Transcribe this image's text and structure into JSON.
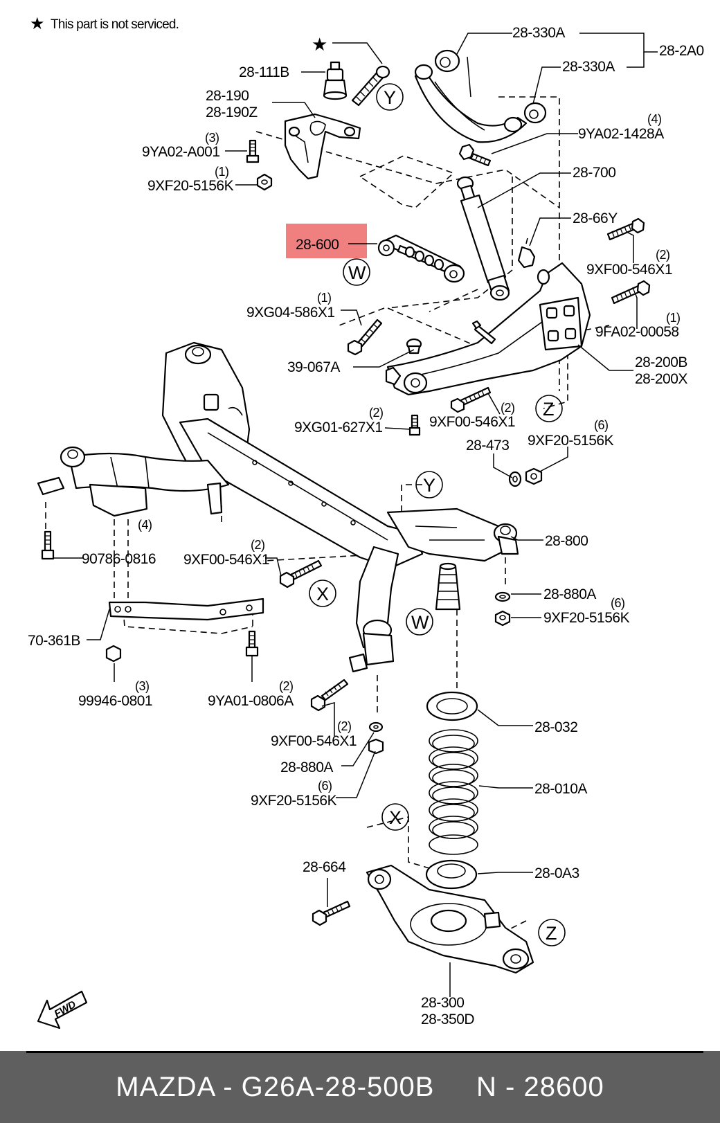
{
  "note": {
    "symbol": "★",
    "text": "This part is not serviced."
  },
  "highlight": {
    "color": "#f08080",
    "part": "28-600"
  },
  "callouts": [
    "Y",
    "W",
    "Z",
    "Y",
    "X",
    "W",
    "X",
    "Z"
  ],
  "labels": {
    "p28_330A_top": "28-330A",
    "p28_2A0": "28-2A0",
    "p28_330A_mid": "28-330A",
    "p28_111B": "28-111B",
    "p28_190": "28-190",
    "p28_190Z": "28-190Z",
    "q_9YA02_A001": "(3)",
    "p9YA02_A001": "9YA02-A001",
    "q_9XF20_top": "(1)",
    "p9XF20_top": "9XF20-5156K",
    "q_9YA02_1428A": "(4)",
    "p9YA02_1428A": "9YA02-1428A",
    "p28_700": "28-700",
    "p28_600": "28-600",
    "p28_66Y": "28-66Y",
    "q_9XF00_r1": "(2)",
    "p9XF00_r1": "9XF00-546X1",
    "q_9XG04": "(1)",
    "p9XG04": "9XG04-586X1",
    "q_9FA02": "(1)",
    "p9FA02": "9FA02-00058",
    "p39_067A": "39-067A",
    "p28_200B": "28-200B",
    "p28_200X": "28-200X",
    "q_9XG01": "(2)",
    "p9XG01": "9XG01-627X1",
    "q_9XF00_r2": "(2)",
    "p9XF00_r2": "9XF00-546X1",
    "p28_473": "28-473",
    "q_9XF20_r": "(6)",
    "p9XF20_r": "9XF20-5156K",
    "q_90786": "(4)",
    "p90786": "90786-0816",
    "q_9XF00_l": "(2)",
    "p9XF00_l": "9XF00-546X1",
    "p28_800": "28-800",
    "p28_880A_r": "28-880A",
    "q_9XF20_r2": "(6)",
    "p9XF20_r2": "9XF20-5156K",
    "p70_361B": "70-361B",
    "q_99946": "(3)",
    "p99946": "99946-0801",
    "q_9YA01": "(2)",
    "p9YA01": "9YA01-0806A",
    "q_9XF00_b": "(2)",
    "p9XF00_b": "9XF00-546X1",
    "p28_880A_b": "28-880A",
    "q_9XF20_b": "(6)",
    "p9XF20_b": "9XF20-5156K",
    "p28_032": "28-032",
    "p28_010A": "28-010A",
    "p28_664": "28-664",
    "p28_0A3": "28-0A3",
    "p28_300": "28-300",
    "p28_350D": "28-350D",
    "fwd": "FWD"
  },
  "footer": {
    "brand": "MAZDA - G26A-28-500B",
    "ref": "N - 28600"
  }
}
